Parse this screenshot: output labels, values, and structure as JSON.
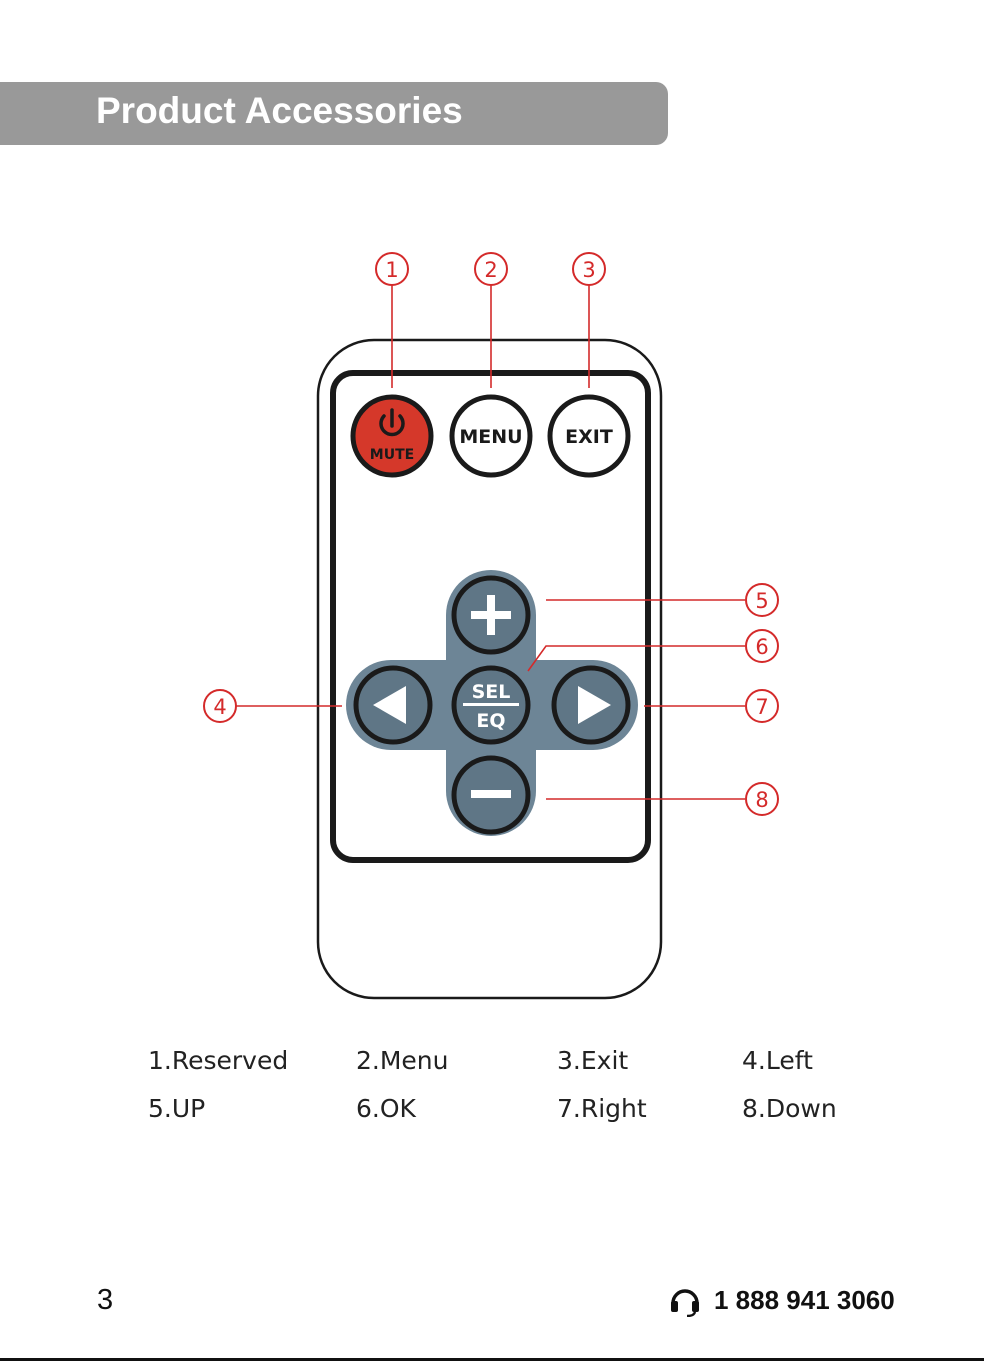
{
  "header": {
    "title": "Product Accessories"
  },
  "remote": {
    "buttons": {
      "power_label": "MUTE",
      "menu_label": "MENU",
      "exit_label": "EXIT",
      "sel_label": "SEL",
      "eq_label": "EQ"
    },
    "callouts": [
      "1",
      "2",
      "3",
      "4",
      "5",
      "6",
      "7",
      "8"
    ],
    "colors": {
      "callout": "#d42a2a",
      "power": "#d5382a",
      "dpad": "#6d8596",
      "dpad_key": "#5f7686"
    }
  },
  "legend": {
    "items": [
      "1.Reserved",
      "2.Menu",
      "3.Exit",
      "4.Left",
      "5.UP",
      "6.OK",
      "7.Right",
      "8.Down"
    ]
  },
  "footer": {
    "page_number": "3",
    "phone": "1 888 941 3060",
    "icon": "headset-icon"
  }
}
